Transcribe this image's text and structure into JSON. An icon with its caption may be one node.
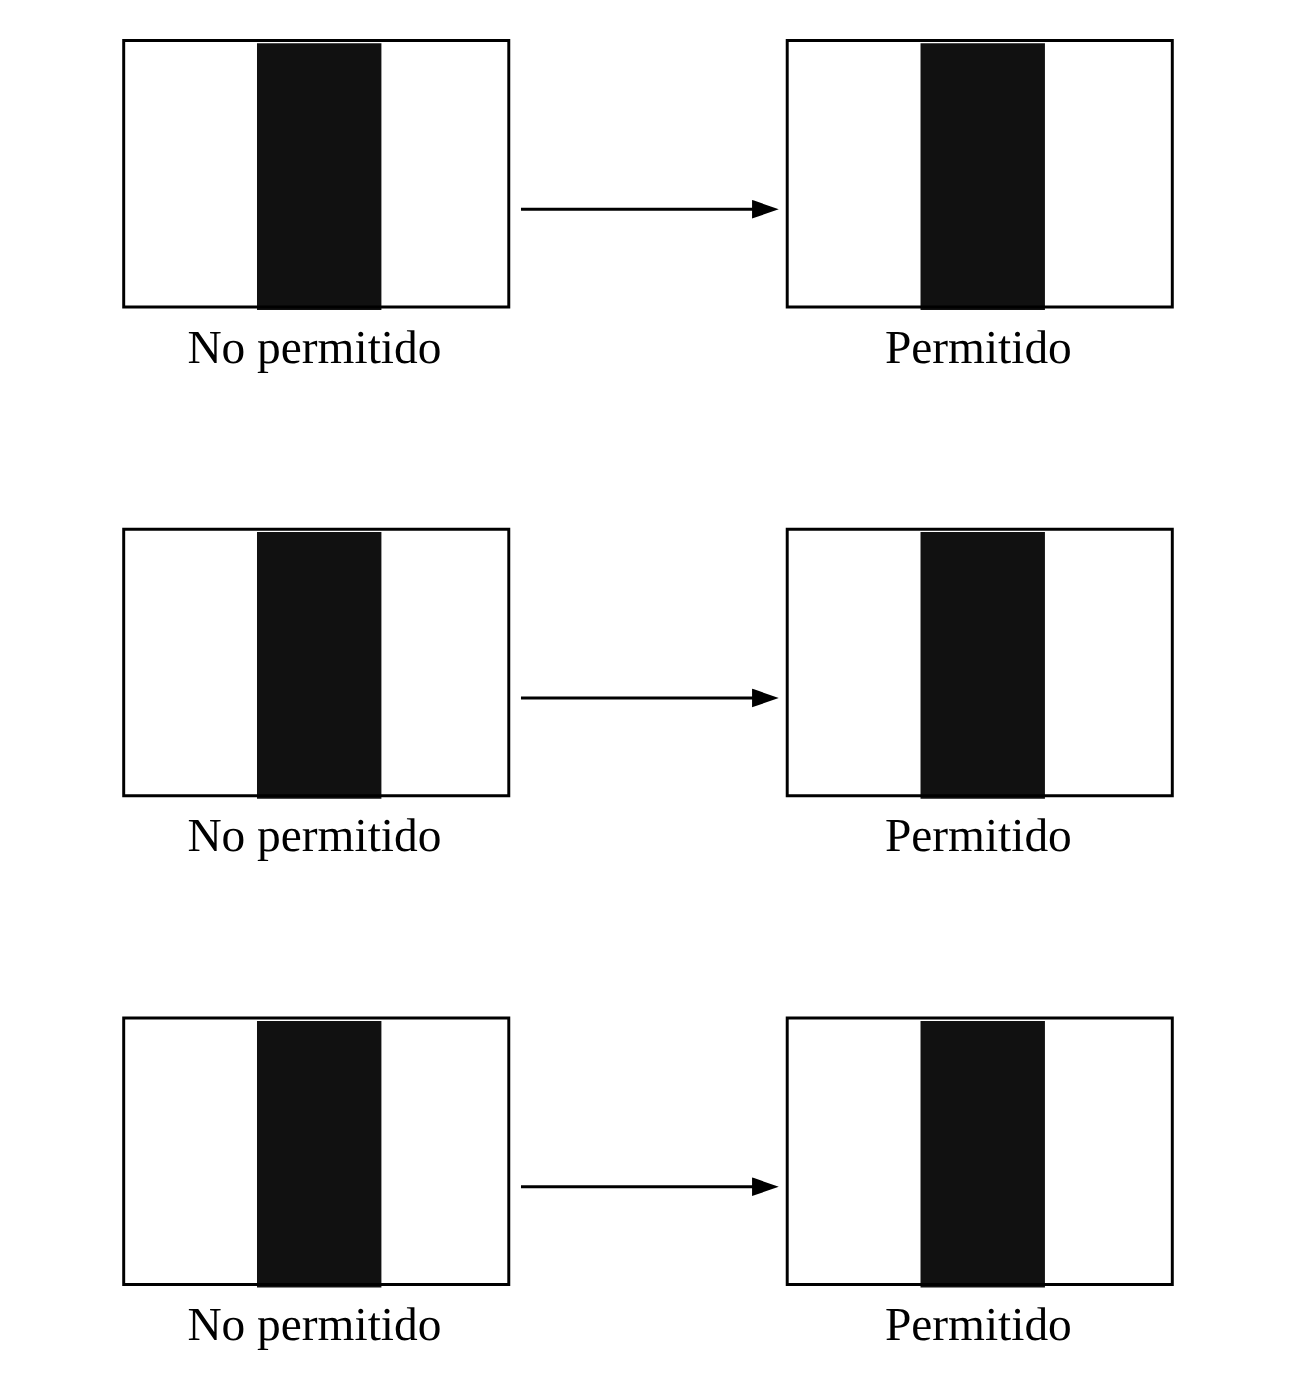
{
  "diagram": {
    "nodes": [
      {
        "text": [],
        "shape": "picture",
        "beside": [
          "No permitido"
        ]
      },
      {
        "text": [],
        "shape": "picture",
        "beside": [
          "Permitido"
        ]
      },
      {
        "text": [],
        "shape": "picture",
        "beside": [
          "No permitido"
        ]
      },
      {
        "text": [],
        "shape": "picture",
        "beside": [
          "Permitido"
        ]
      },
      {
        "text": [],
        "shape": "picture",
        "beside": [
          "No permitido"
        ]
      },
      {
        "text": [],
        "shape": "picture",
        "beside": [
          "Permitido"
        ]
      }
    ],
    "edges": [
      {
        "from": 0,
        "to": 1,
        "arrow": "to"
      },
      {
        "from": 2,
        "to": 3,
        "arrow": "to"
      },
      {
        "from": 4,
        "to": 5,
        "arrow": "to"
      }
    ]
  }
}
